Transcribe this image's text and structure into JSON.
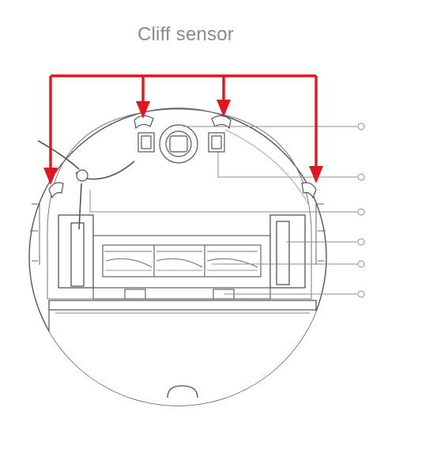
{
  "title": "Cliff sensor",
  "colors": {
    "arrow": "#e4151f",
    "outline": "#555555",
    "leader": "#8c8c8c",
    "title": "#8a8a8a",
    "background": "#ffffff"
  },
  "parts": {
    "cliff_sensor_count": 4,
    "callout_count": 6
  }
}
